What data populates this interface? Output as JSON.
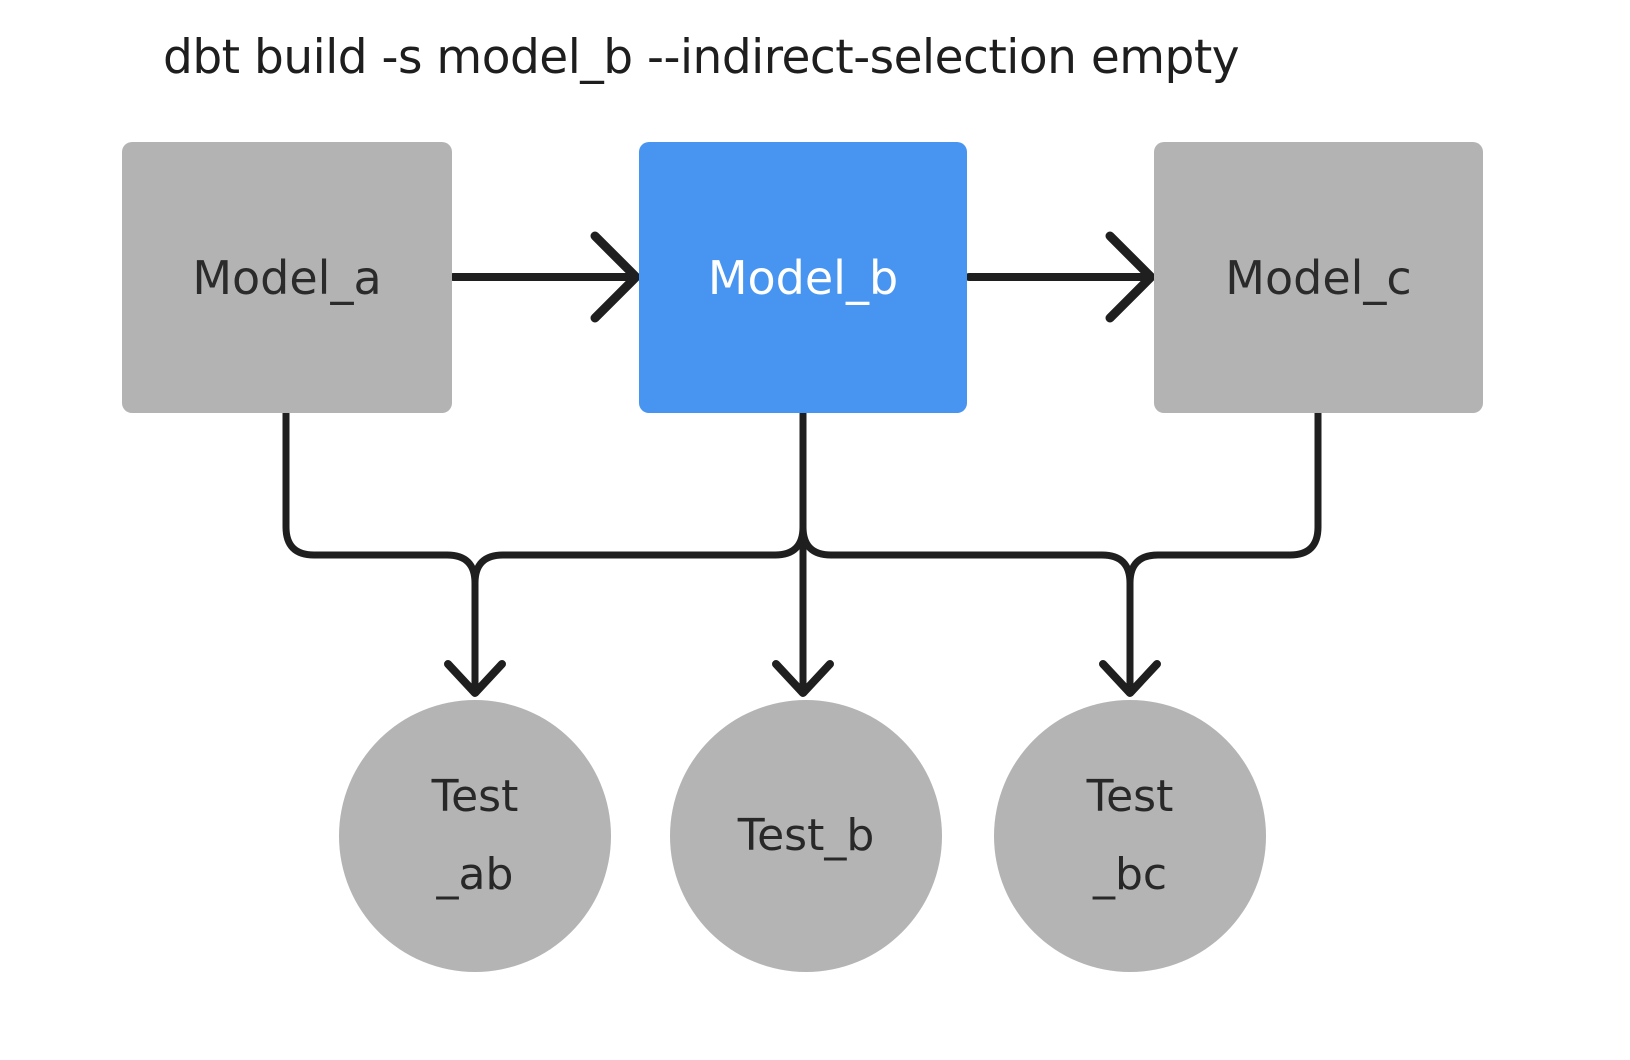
{
  "title": "dbt build -s model_b --indirect-selection empty",
  "colors": {
    "background": "#ffffff",
    "node_gray": "#b3b3b3",
    "selected_blue": "#4795f0",
    "edge_dark": "#1f1f1f",
    "model_label_dark": "#2b2b2b",
    "model_label_light": "#ffffff"
  },
  "diagram": {
    "type": "dbt-dag",
    "models": [
      {
        "id": "model_a",
        "label": "Model_a",
        "selected": false
      },
      {
        "id": "model_b",
        "label": "Model_b",
        "selected": true
      },
      {
        "id": "model_c",
        "label": "Model_c",
        "selected": false
      }
    ],
    "tests": [
      {
        "id": "test_ab",
        "label_lines": [
          "Test",
          "_ab"
        ]
      },
      {
        "id": "test_b",
        "label_lines": [
          "Test_b"
        ]
      },
      {
        "id": "test_bc",
        "label_lines": [
          "Test",
          "_bc"
        ]
      }
    ],
    "edges": [
      {
        "from": "model_a",
        "to": "model_b"
      },
      {
        "from": "model_b",
        "to": "model_c"
      },
      {
        "from": "model_a",
        "to": "test_ab"
      },
      {
        "from": "model_b",
        "to": "test_ab"
      },
      {
        "from": "model_b",
        "to": "test_b"
      },
      {
        "from": "model_b",
        "to": "test_bc"
      },
      {
        "from": "model_c",
        "to": "test_bc"
      }
    ]
  }
}
